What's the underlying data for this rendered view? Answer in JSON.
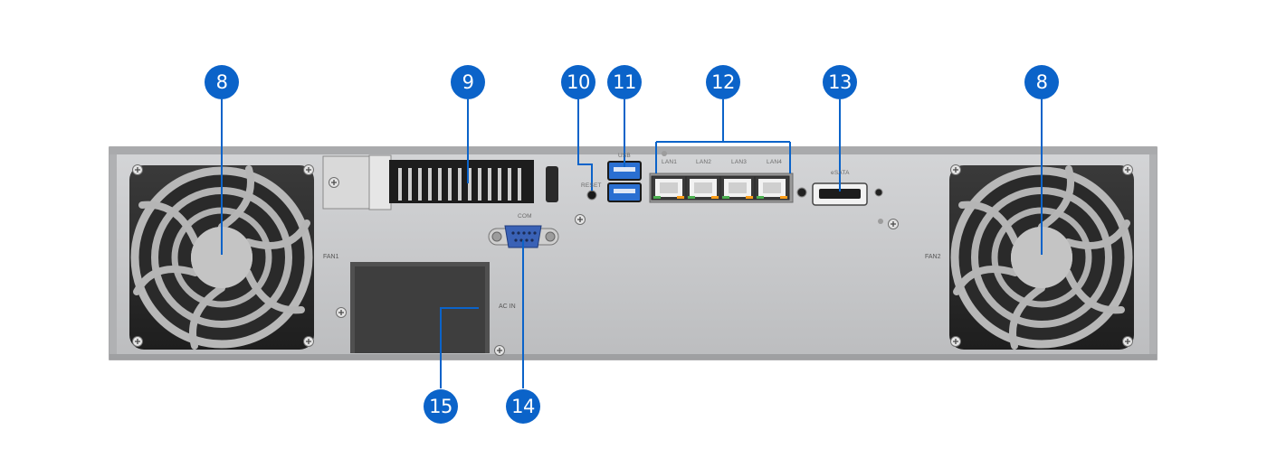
{
  "colors": {
    "callout_fill": "#0b63c9",
    "callout_line": "#0b63c9",
    "chassis": "#c7c8ca",
    "usb_blue": "#2a6fd1",
    "com_blue": "#3a62b6"
  },
  "callouts": [
    {
      "id": "fan-left",
      "label": "8"
    },
    {
      "id": "expansion-slot",
      "label": "9"
    },
    {
      "id": "reset",
      "label": "10"
    },
    {
      "id": "usb",
      "label": "11"
    },
    {
      "id": "lan",
      "label": "12"
    },
    {
      "id": "esata",
      "label": "13"
    },
    {
      "id": "fan-right",
      "label": "8"
    },
    {
      "id": "com",
      "label": "14"
    },
    {
      "id": "power",
      "label": "15"
    }
  ],
  "port_labels": {
    "reset": "RESET",
    "usb": "USB",
    "lan1": "LAN1",
    "lan2": "LAN2",
    "lan3": "LAN3",
    "lan4": "LAN4",
    "esata": "eSATA",
    "com": "COM",
    "fan1": "FAN1",
    "fan2": "FAN2",
    "ac_in": "AC IN"
  }
}
